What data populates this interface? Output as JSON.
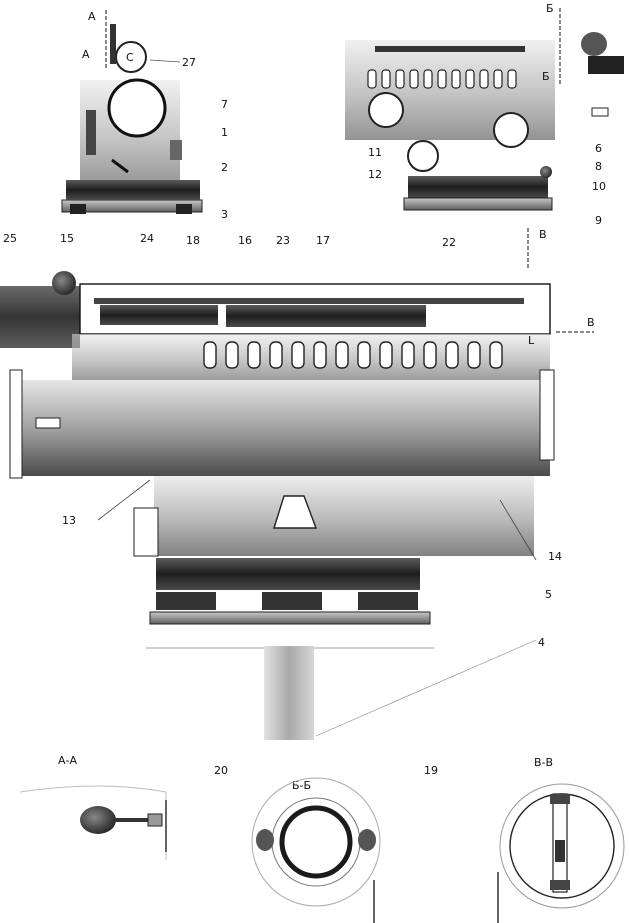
{
  "colors": {
    "ink": "#111111",
    "shade_dark": "#2a2a2a",
    "shade_mid": "#777777",
    "shade_light": "#bdbdbd",
    "paper": "#ffffff"
  },
  "top_left_view": {
    "labels": {
      "l27": "27",
      "l7": "7",
      "l1": "1",
      "l2": "2",
      "l3": "3"
    },
    "section_marks": {
      "a_top": "A",
      "a_bottom": "A"
    }
  },
  "top_right_view": {
    "labels": {
      "l6": "6",
      "l8": "8",
      "l10": "10",
      "l9": "9",
      "l11": "11",
      "l12": "12"
    },
    "section_marks": {
      "b_top": "Б",
      "b_bottom": "Б"
    }
  },
  "main_view": {
    "labels": {
      "l25": "25",
      "l15": "15",
      "l24": "24",
      "l18": "18",
      "l16": "16",
      "l23": "23",
      "l17": "17",
      "l22": "22",
      "l13": "13",
      "l14": "14",
      "l5": "5",
      "l4": "4",
      "lL": "L"
    },
    "section_marks": {
      "v_top": "В",
      "v_right": "В"
    }
  },
  "sections": {
    "aa": "А-А",
    "bb": "Б-Б",
    "vv": "В-В",
    "l20": "20",
    "l19": "19"
  }
}
